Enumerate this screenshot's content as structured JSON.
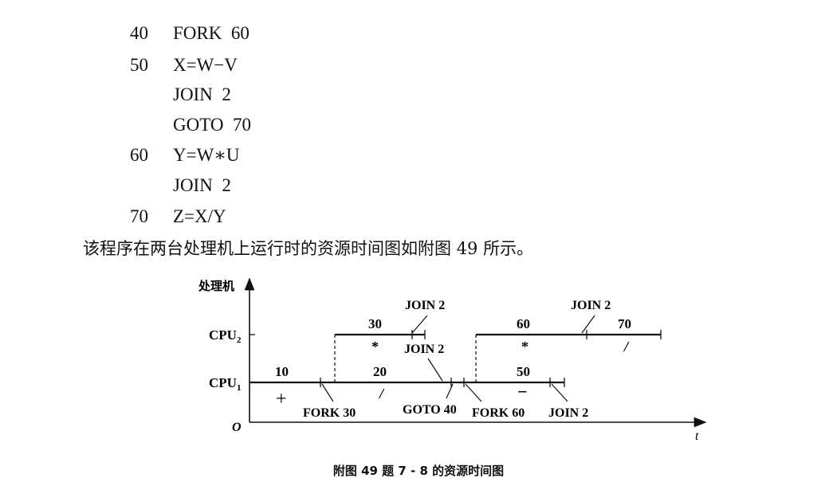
{
  "code": [
    {
      "num": "40",
      "stmt": "FORK  60"
    },
    {
      "num": "50",
      "stmt": "X=W−V"
    },
    {
      "num": "",
      "stmt": "JOIN  2"
    },
    {
      "num": "",
      "stmt": "GOTO  70"
    },
    {
      "num": "60",
      "stmt": "Y=W∗U"
    },
    {
      "num": "",
      "stmt": "JOIN  2"
    },
    {
      "num": "70",
      "stmt": "Z=X/Y"
    }
  ],
  "paragraph": "该程序在两台处理机上运行时的资源时间图如附图 49 所示。",
  "diagram": {
    "y_axis_label": "处理机",
    "x_axis_label": "t",
    "origin_label": "O",
    "cpu2_label": "CPU",
    "cpu2_sub": "2",
    "cpu1_label": "CPU",
    "cpu1_sub": "1",
    "cpu1_segments": [
      {
        "num": "10",
        "op": "+"
      },
      {
        "num": "20",
        "op": "/"
      },
      {
        "num": "50",
        "op": "−"
      }
    ],
    "cpu2_segments": [
      {
        "num": "30",
        "op": "*"
      },
      {
        "num": "60",
        "op": "*"
      },
      {
        "num": "70",
        "op": "/"
      }
    ],
    "callouts": {
      "fork30": "FORK 30",
      "goto40": "GOTO 40",
      "fork60": "FORK 60",
      "join2_cpu1": "JOIN 2",
      "join2_mid": "JOIN 2",
      "join2_top_left": "JOIN 2",
      "join2_top_right": "JOIN 2"
    }
  },
  "caption": "附图 49   题 7 - 8 的资源时间图"
}
